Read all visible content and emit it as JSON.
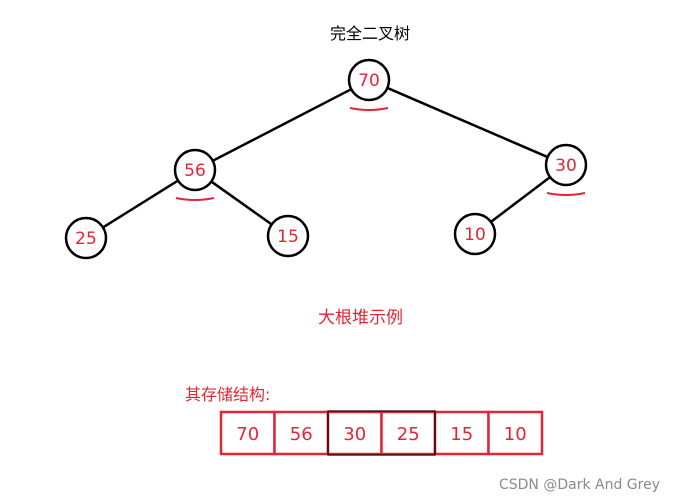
{
  "title": "完全二叉树",
  "caption": "大根堆示例",
  "storage_label": "其存储结构:",
  "watermark": "CSDN @Dark And Grey",
  "colors": {
    "line": "#000000",
    "red": "#e32636",
    "gray": "#8a8a8a"
  },
  "tree": {
    "nodes": [
      {
        "id": "n70",
        "label": "70",
        "underline": true
      },
      {
        "id": "n56",
        "label": "56",
        "underline": true
      },
      {
        "id": "n30",
        "label": "30",
        "underline": true
      },
      {
        "id": "n25",
        "label": "25",
        "underline": false
      },
      {
        "id": "n15",
        "label": "15",
        "underline": false
      },
      {
        "id": "n10",
        "label": "10",
        "underline": false
      }
    ],
    "edges": [
      [
        "n70",
        "n56"
      ],
      [
        "n70",
        "n30"
      ],
      [
        "n56",
        "n25"
      ],
      [
        "n56",
        "n15"
      ],
      [
        "n30",
        "n10"
      ]
    ]
  },
  "array": [
    "70",
    "56",
    "30",
    "25",
    "15",
    "10"
  ]
}
